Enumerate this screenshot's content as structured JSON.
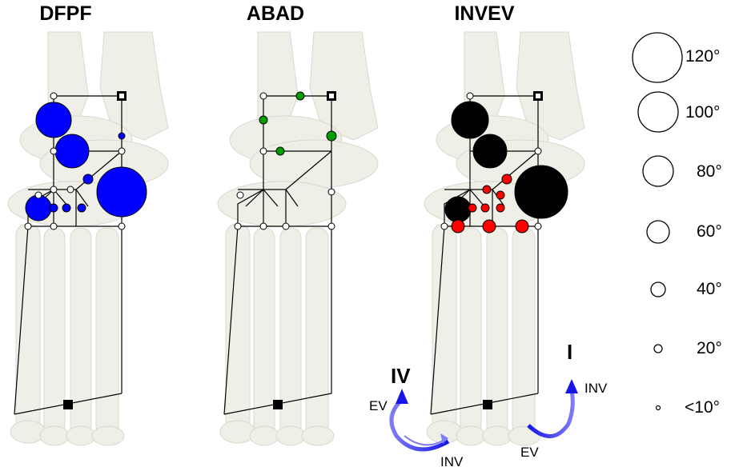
{
  "panels": [
    {
      "title": "DFPF",
      "node_color": "#0000ff"
    },
    {
      "title": "ABAD",
      "node_color": "#00a000"
    },
    {
      "title": "INVEV",
      "node_color": "#000000",
      "small_node_color": "#ff0000"
    }
  ],
  "legend": {
    "items": [
      "120°",
      "100°",
      "80°",
      "60°",
      "40°",
      "20°",
      "<10°"
    ]
  },
  "axes": {
    "iv": {
      "label": "IV",
      "ev": "EV",
      "inv": "INV"
    },
    "i": {
      "label": "I",
      "inv": "INV",
      "ev": "EV"
    }
  },
  "colors": {
    "bone": "#efefe8",
    "bone_edge": "#d8d8cf",
    "arrow": "#1a1aee"
  }
}
